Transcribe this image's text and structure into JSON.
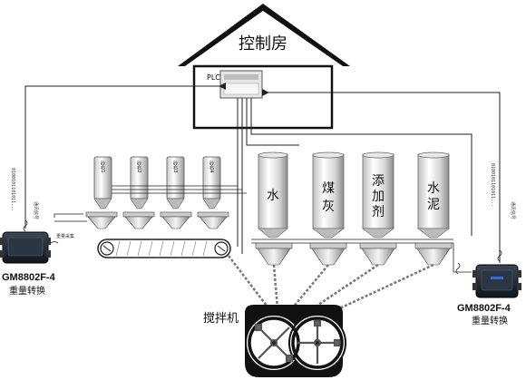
{
  "control_room": {
    "label": "控制房",
    "plc_label": "PLC"
  },
  "aggregate_bins": [
    {
      "label": "砂石1"
    },
    {
      "label": "砂石2"
    },
    {
      "label": "砂石3"
    },
    {
      "label": "砂石4"
    }
  ],
  "silos": [
    {
      "chars": [
        "水"
      ]
    },
    {
      "chars": [
        "煤",
        "灰"
      ]
    },
    {
      "chars": [
        "添",
        "加",
        "剂"
      ]
    },
    {
      "chars": [
        "水",
        "泥"
      ]
    }
  ],
  "mixer": {
    "label": "搅拌机"
  },
  "converter_left": {
    "model": "GM8802F-4",
    "subtitle": "重量转换",
    "comm_label": "通讯信号",
    "signal_label": "重量采集",
    "bits": "0100101101011..."
  },
  "converter_right": {
    "model": "GM8802F-4",
    "subtitle": "重量转换",
    "comm_label": "通讯信号",
    "bits": "0100101101011..."
  },
  "colors": {
    "line": "#222222",
    "device": "#1f2633",
    "silo_light": "#f2f2f2",
    "silo_dark": "#8a8a8a"
  }
}
